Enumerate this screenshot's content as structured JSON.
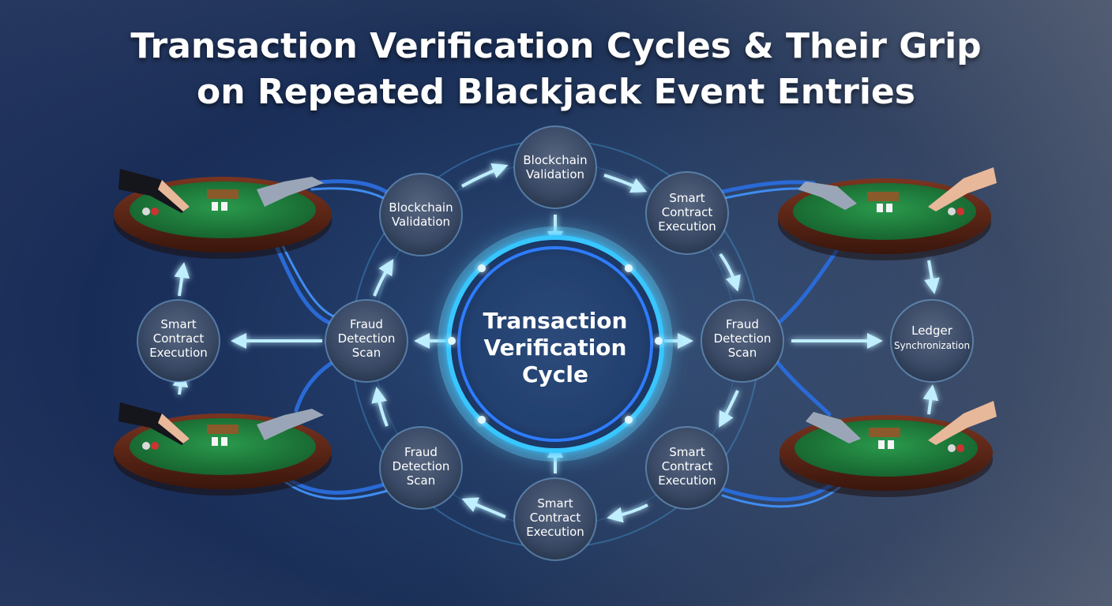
{
  "title": {
    "line1": "Transaction Verification Cycles & Their Grip",
    "line2": "on Repeated Blackjack Event Entries"
  },
  "center": {
    "lines": [
      "Transaction",
      "Verification",
      "Cycle"
    ]
  },
  "nodes": [
    {
      "id": "top",
      "lines": [
        "Blockchain",
        "Validation"
      ]
    },
    {
      "id": "upper-left",
      "lines": [
        "Blockchain",
        "Validation"
      ]
    },
    {
      "id": "upper-right",
      "lines": [
        "Smart",
        "Contract",
        "Execution"
      ]
    },
    {
      "id": "mid-left",
      "lines": [
        "Fraud",
        "Detection",
        "Scan"
      ]
    },
    {
      "id": "mid-right",
      "lines": [
        "Fraud",
        "Detection",
        "Scan"
      ]
    },
    {
      "id": "lower-left",
      "lines": [
        "Fraud",
        "Detection",
        "Scan"
      ]
    },
    {
      "id": "lower-right",
      "lines": [
        "Smart",
        "Contract",
        "Execution"
      ]
    },
    {
      "id": "bottom",
      "lines": [
        "Smart",
        "Contract",
        "Execution"
      ]
    },
    {
      "id": "far-left",
      "lines": [
        "Smart",
        "Contract",
        "Execution"
      ]
    },
    {
      "id": "far-right",
      "lines": [
        "Ledger",
        "Synchronization"
      ]
    }
  ],
  "colors": {
    "glow": "#5fd4ff",
    "ring": "#2f7cff",
    "node_fill": "#3a4a66",
    "felt": "#1f7a3c",
    "table_rim": "#5a2414",
    "cable": "#2a6ad6"
  },
  "tables": [
    {
      "id": "table-top-left"
    },
    {
      "id": "table-bottom-left"
    },
    {
      "id": "table-top-right"
    },
    {
      "id": "table-bottom-right"
    }
  ]
}
